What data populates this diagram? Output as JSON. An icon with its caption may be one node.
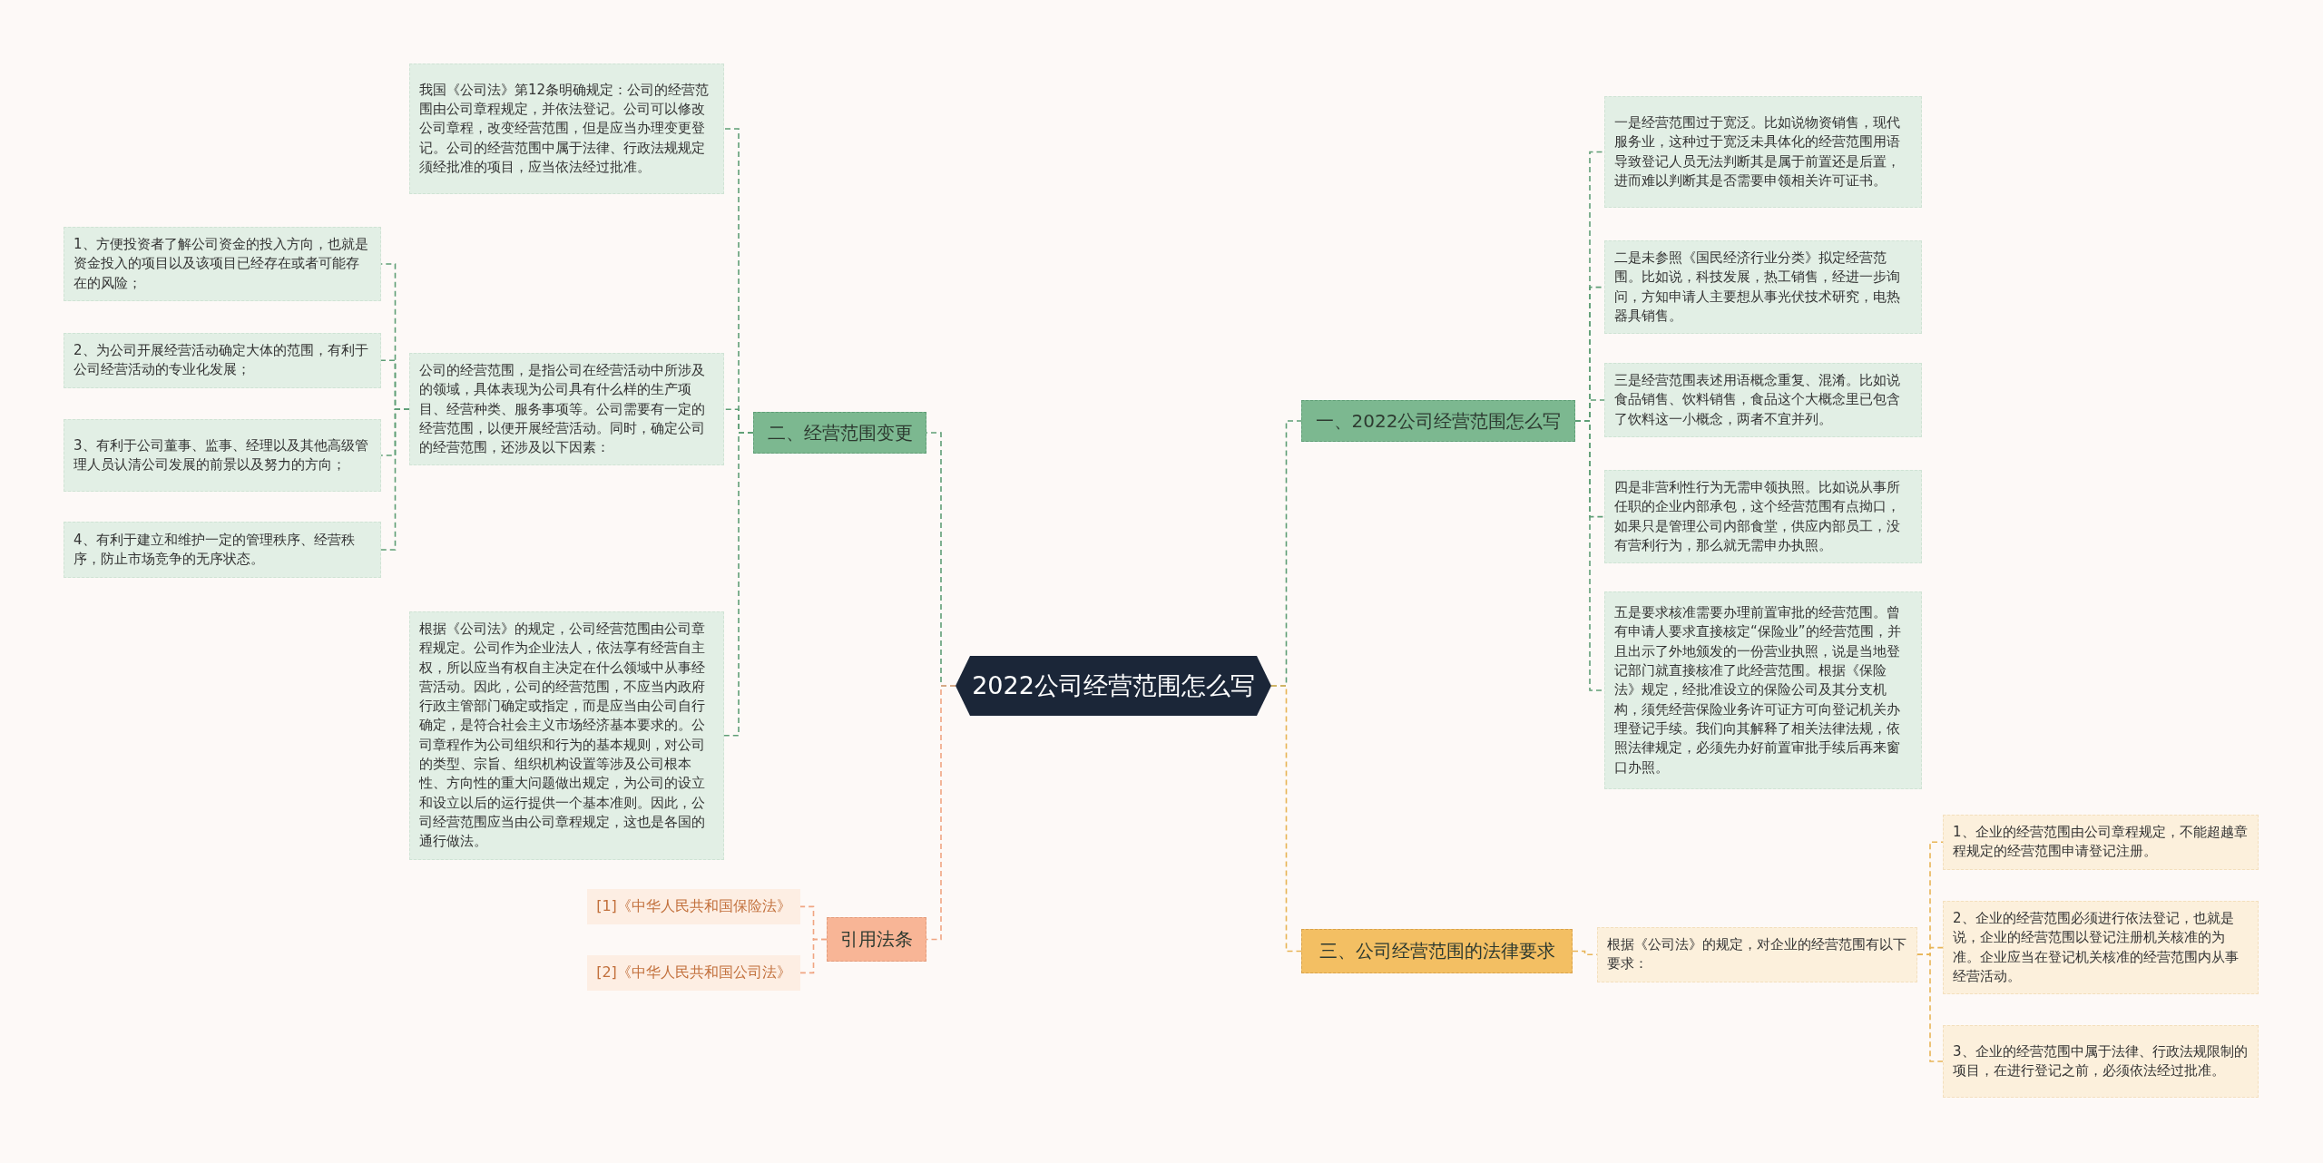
{
  "diagram": {
    "nodes": [
      {
        "text": [
          "2022公司经营范围怎么写"
        ]
      },
      {
        "text": [
          "二、经营范围变更"
        ]
      },
      {
        "text": [
          "我国《公司法》第12条明确规定：公司的经营范围由公司章程规定，并依法登记。公司可以修改公司章程，改变经营范围，但是应当办理变更登记。公司的经营范围中属于法律、行政法规规定须经批准的项目，应当依法经过批准。"
        ]
      },
      {
        "text": [
          "公司的经营范围，是指公司在经营活动中所涉及的领域，具体表现为公司具有什么样的生产项目、经营种类、服务事项等。公司需要有一定的经营范围，以便开展经营活动。同时，确定公司的经营范围，还涉及以下因素："
        ]
      },
      {
        "text": [
          "1、方便投资者了解公司资金的投入方向，也就是资金投入的项目以及该项目已经存在或者可能存在的风险；"
        ]
      },
      {
        "text": [
          "2、为公司开展经营活动确定大体的范围，有利于公司经营活动的专业化发展；"
        ]
      },
      {
        "text": [
          "3、有利于公司董事、监事、经理以及其他高级管理人员认清公司发展的前景以及努力的方向；"
        ]
      },
      {
        "text": [
          "4、有利于建立和维护一定的管理秩序、经营秩序，防止市场竞争的无序状态。"
        ]
      },
      {
        "text": [
          "根据《公司法》的规定，公司经营范围由公司章程规定。公司作为企业法人，依法享有经营自主权，所以应当有权自主决定在什么领域中从事经营活动。因此，公司的经营范围，不应当内政府行政主管部门确定或指定，而是应当由公司自行确定，是符合社会主义市场经济基本要求的。公司章程作为公司组织和行为的基本规则，对公司的类型、宗旨、组织机构设置等涉及公司根本性、方向性的重大问题做出规定，为公司的设立和设立以后的运行提供一个基本准则。因此，公司经营范围应当由公司章程规定，这也是各国的通行做法。"
        ]
      },
      {
        "text": [
          "引用法条"
        ]
      },
      {
        "text": [
          "[1]《中华人民共和国保险法》"
        ]
      },
      {
        "text": [
          "[2]《中华人民共和国公司法》"
        ]
      },
      {
        "text": [
          "一、2022公司经营范围怎么写"
        ]
      },
      {
        "text": [
          "一是经营范围过于宽泛。比如说物资销售，现代服务业，这种过于宽泛未具体化的经营范围用语导致登记人员无法判断其是属于前置还是后置，进而难以判断其是否需要申领相关许可证书。"
        ]
      },
      {
        "text": [
          "二是未参照《国民经济行业分类》拟定经营范围。比如说，科技发展，热工销售，经进一步询问，方知申请人主要想从事光伏技术研究，电热器具销售。"
        ]
      },
      {
        "text": [
          "三是经营范围表述用语概念重复、混淆。比如说食品销售、饮料销售，食品这个大概念里已包含了饮料这一小概念，两者不宜并列。"
        ]
      },
      {
        "text": [
          "四是非营利性行为无需申领执照。比如说从事所任职的企业内部承包，这个经营范围有点拗口，如果只是管理公司内部食堂，供应内部员工，没有营利行为，那么就无需申办执照。"
        ]
      },
      {
        "text": [
          "五是要求核准需要办理前置审批的经营范围。曾有申请人要求直接核定“保险业”的经营范围，并且出示了外地颁发的一份营业执照，说是当地登记部门就直接核准了此经营范围。根据《保险法》规定，经批准设立的保险公司及其分支机构，须凭经营保险业务许可证方可向登记机关办理登记手续。我们向其解释了相关法律法规，依照法律规定，必须先办好前置审批手续后再来窗口办照。"
        ]
      },
      {
        "text": [
          "三、公司经营范围的法律要求"
        ]
      },
      {
        "text": [
          "根据《公司法》的规定，对企业的经营范围有以下要求："
        ]
      },
      {
        "text": [
          "1、企业的经营范围由公司章程规定，不能超越章程规定的经营范围申请登记注册。"
        ]
      },
      {
        "text": [
          "2、企业的经营范围必须进行依法登记，也就是说，企业的经营范围以登记注册机关核准的为准。企业应当在登记机关核准的经营范围内从事经营活动。"
        ]
      },
      {
        "text": [
          "3、企业的经营范围中属于法律、行政法规限制的项目，在进行登记之前，必须依法经过批准。"
        ]
      }
    ],
    "edges": [
      {
        "from": 0,
        "to": 1,
        "arrow": "none",
        "color": "#5f9e76"
      },
      {
        "from": 1,
        "to": 2,
        "arrow": "none",
        "color": "#5f9e76"
      },
      {
        "from": 1,
        "to": 3,
        "arrow": "none",
        "color": "#5f9e76"
      },
      {
        "from": 3,
        "to": 4,
        "arrow": "none",
        "color": "#5f9e76"
      },
      {
        "from": 3,
        "to": 5,
        "arrow": "none",
        "color": "#5f9e76"
      },
      {
        "from": 3,
        "to": 6,
        "arrow": "none",
        "color": "#5f9e76"
      },
      {
        "from": 3,
        "to": 7,
        "arrow": "none",
        "color": "#5f9e76"
      },
      {
        "from": 1,
        "to": 8,
        "arrow": "none",
        "color": "#5f9e76"
      },
      {
        "from": 0,
        "to": 9,
        "arrow": "none",
        "color": "#f0a582"
      },
      {
        "from": 9,
        "to": 10,
        "arrow": "none",
        "color": "#f0a582"
      },
      {
        "from": 9,
        "to": 11,
        "arrow": "none",
        "color": "#f0a582"
      },
      {
        "from": 0,
        "to": 12,
        "arrow": "none",
        "color": "#5f9e76"
      },
      {
        "from": 12,
        "to": 13,
        "arrow": "none",
        "color": "#5f9e76"
      },
      {
        "from": 12,
        "to": 14,
        "arrow": "none",
        "color": "#5f9e76"
      },
      {
        "from": 12,
        "to": 15,
        "arrow": "none",
        "color": "#5f9e76"
      },
      {
        "from": 12,
        "to": 16,
        "arrow": "none",
        "color": "#5f9e76"
      },
      {
        "from": 12,
        "to": 17,
        "arrow": "none",
        "color": "#5f9e76"
      },
      {
        "from": 0,
        "to": 18,
        "arrow": "none",
        "color": "#e8b455"
      },
      {
        "from": 18,
        "to": 19,
        "arrow": "none",
        "color": "#e8b455"
      },
      {
        "from": 19,
        "to": 20,
        "arrow": "none",
        "color": "#e8b455"
      },
      {
        "from": 19,
        "to": 21,
        "arrow": "none",
        "color": "#e8b455"
      },
      {
        "from": 19,
        "to": 22,
        "arrow": "none",
        "color": "#e8b455"
      }
    ]
  }
}
